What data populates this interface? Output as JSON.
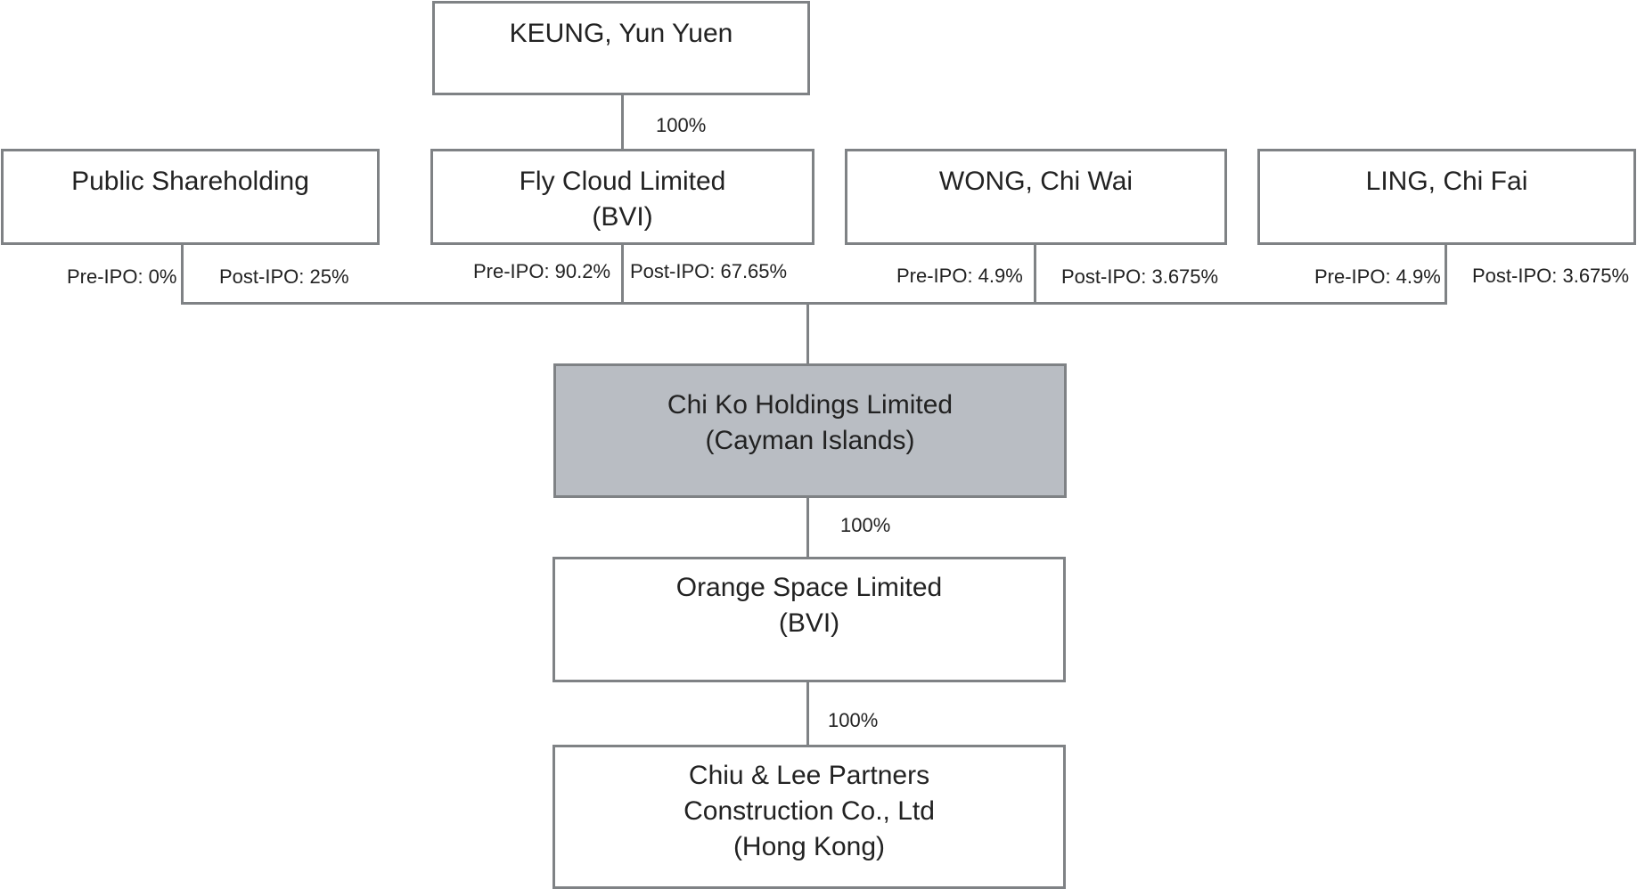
{
  "entities": {
    "keung": {
      "lines": [
        "KEUNG, Yun Yuen"
      ]
    },
    "public": {
      "lines": [
        "Public Shareholding"
      ]
    },
    "flycloud": {
      "lines": [
        "Fly Cloud Limited",
        "(BVI)"
      ]
    },
    "wong": {
      "lines": [
        "WONG, Chi Wai"
      ]
    },
    "ling": {
      "lines": [
        "LING, Chi Fai"
      ]
    },
    "chiko": {
      "lines": [
        "Chi Ko Holdings Limited",
        "(Cayman Islands)"
      ]
    },
    "orange": {
      "lines": [
        "Orange Space Limited",
        "(BVI)"
      ]
    },
    "chiulee": {
      "lines": [
        "Chiu & Lee Partners",
        "Construction Co., Ltd",
        "(Hong Kong)"
      ]
    }
  },
  "labels": {
    "keung_to_flycloud": "100%",
    "public_pre": "Pre-IPO: 0%",
    "public_post": "Post-IPO: 25%",
    "flycloud_pre": "Pre-IPO: 90.2%",
    "flycloud_post": "Post-IPO: 67.65%",
    "wong_pre": "Pre-IPO: 4.9%",
    "wong_post": "Post-IPO: 3.675%",
    "ling_pre": "Pre-IPO: 4.9%",
    "ling_post": "Post-IPO: 3.675%",
    "chiko_to_orange": "100%",
    "orange_to_chiulee": "100%"
  },
  "colors": {
    "box_border": "#7f8285",
    "connector": "#7f8285",
    "highlight_fill": "#b9bdc3",
    "text": "#222222"
  }
}
